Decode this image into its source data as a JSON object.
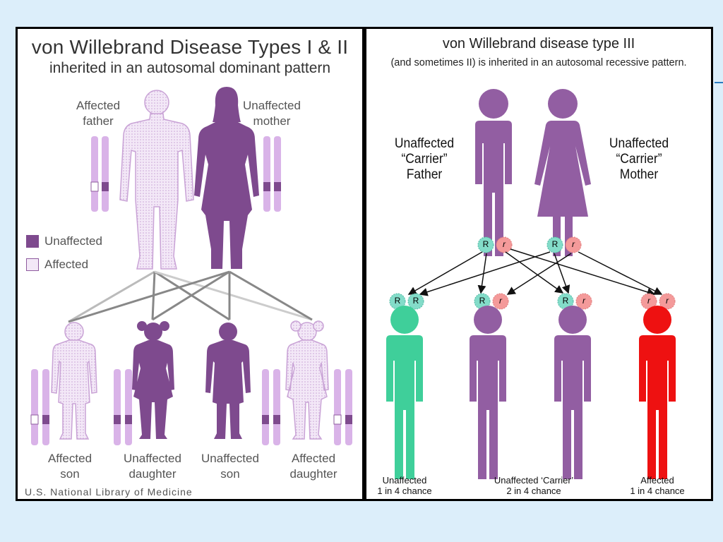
{
  "left": {
    "title": "von Willebrand Disease Types I & II",
    "subtitle": "inherited in an autosomal dominant pattern",
    "parents": {
      "father_label_1": "Affected",
      "father_label_2": "father",
      "mother_label_1": "Unaffected",
      "mother_label_2": "mother"
    },
    "legend": {
      "unaffected": "Unaffected",
      "affected": "Affected"
    },
    "children": [
      {
        "line1": "Affected",
        "line2": "son"
      },
      {
        "line1": "Unaffected",
        "line2": "daughter"
      },
      {
        "line1": "Unaffected",
        "line2": "son"
      },
      {
        "line1": "Affected",
        "line2": "daughter"
      }
    ],
    "credit": "U.S. National Library of Medicine"
  },
  "right": {
    "title": "von Willebrand disease type III",
    "subtitle": "(and sometimes II) is inherited in an autosomal recessive pattern.",
    "father": {
      "line1": "Unaffected",
      "line2": "“Carrier”",
      "line3": "Father"
    },
    "mother": {
      "line1": "Unaffected",
      "line2": "“Carrier”",
      "line3": "Mother"
    },
    "allele_dominant": "R",
    "allele_recessive": "r",
    "outcomes": [
      {
        "line1": "Unaffected",
        "line2": "1 in 4 chance"
      },
      {
        "line1": "Unaffected ‘Carrier’",
        "line2": "2 in 4 chance"
      },
      {
        "line1": "Affected",
        "line2": "1 in 4 chance"
      }
    ]
  },
  "colors": {
    "purple": "#8e5b9e",
    "dark_purple": "#7e4a8e",
    "light_purple": "#e4cdee",
    "teal": "#3fcf9a",
    "red": "#ee1111",
    "allele_teal": "#83dcc9",
    "allele_pink": "#f49a9a"
  }
}
